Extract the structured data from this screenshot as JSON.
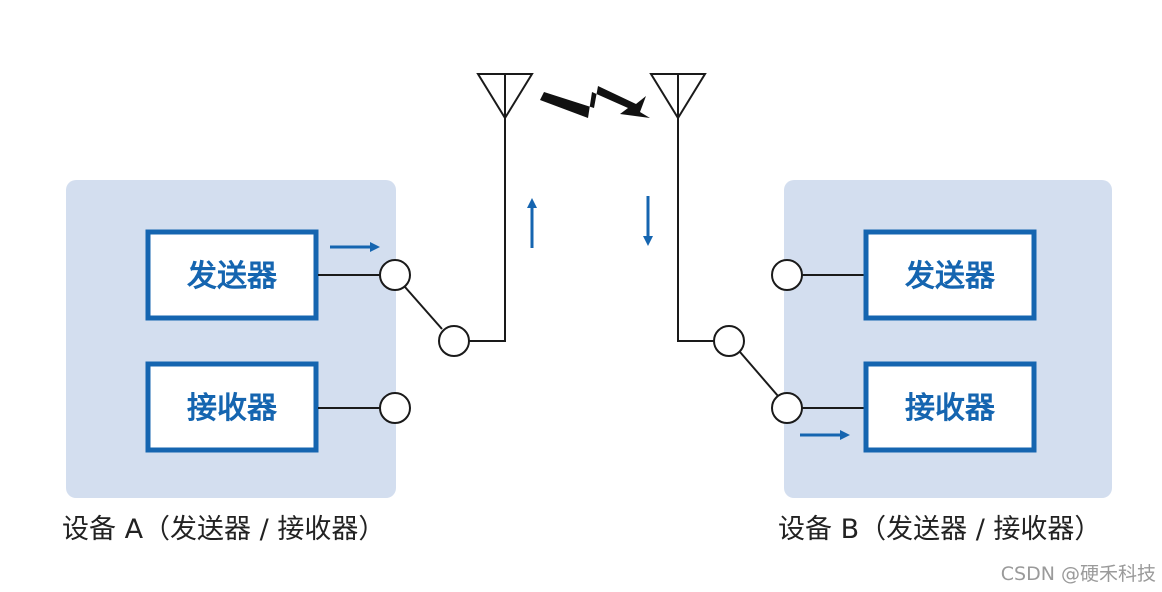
{
  "device_a": {
    "caption": "设备 A（发送器 / 接收器）",
    "transmitter_label": "发送器",
    "receiver_label": "接收器"
  },
  "device_b": {
    "caption": "设备 B（发送器 / 接收器）",
    "transmitter_label": "发送器",
    "receiver_label": "接收器"
  },
  "watermark": "CSDN @硬禾科技",
  "colors": {
    "device_panel": "#d3deef",
    "box_border": "#1565b0",
    "box_text": "#1565b0",
    "arrow": "#1565b0",
    "wire": "#1a1a1a"
  }
}
